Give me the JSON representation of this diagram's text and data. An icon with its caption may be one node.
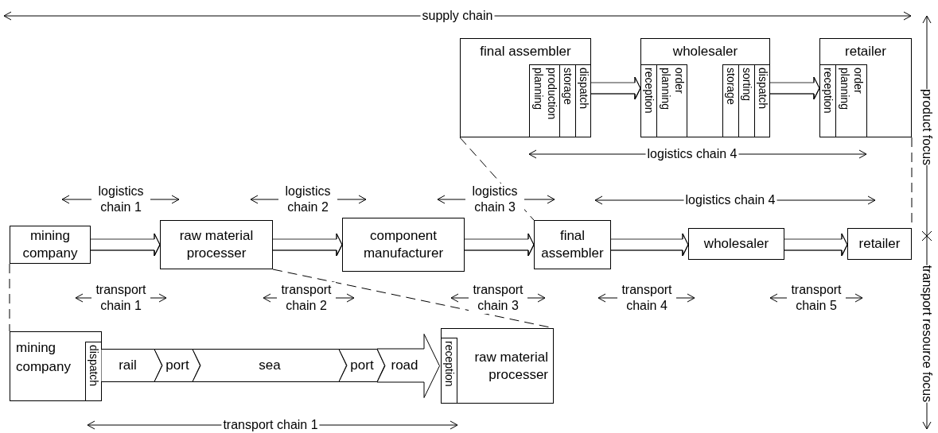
{
  "diagram": {
    "nodes": [
      {
        "text": [
          "final assembler"
        ]
      },
      {
        "text": [
          "production planning"
        ],
        "in": 0
      },
      {
        "text": [
          "storage"
        ],
        "in": 0
      },
      {
        "text": [
          "dispatch"
        ],
        "in": 0
      },
      {
        "text": [
          "wholesaler"
        ]
      },
      {
        "text": [
          "reception"
        ],
        "in": 4
      },
      {
        "text": [
          "order planning"
        ],
        "in": 4
      },
      {
        "text": [
          "storage"
        ],
        "in": 4
      },
      {
        "text": [
          "sorting"
        ],
        "in": 4
      },
      {
        "text": [
          "dispatch"
        ],
        "in": 4
      },
      {
        "text": [
          "retailer"
        ]
      },
      {
        "text": [
          "reception"
        ],
        "in": 10
      },
      {
        "text": [
          "order planning"
        ],
        "in": 10
      },
      {
        "text": [
          "mining company"
        ]
      },
      {
        "text": [
          "raw material processer"
        ]
      },
      {
        "text": [
          "component manufacturer"
        ]
      },
      {
        "text": [
          "final assembler"
        ]
      },
      {
        "text": [
          "wholesaler"
        ]
      },
      {
        "text": [
          "retailer"
        ]
      },
      {
        "text": [
          "mining company"
        ]
      },
      {
        "text": [
          "dispatch"
        ],
        "in": 19
      },
      {
        "text": [
          "raw material processer"
        ]
      },
      {
        "text": [
          "reception"
        ],
        "in": 21
      },
      {
        "text": [
          "rail"
        ]
      },
      {
        "text": [
          "port"
        ]
      },
      {
        "text": [
          "sea"
        ]
      },
      {
        "text": [
          "port"
        ]
      },
      {
        "text": [
          "road"
        ]
      }
    ],
    "edges": [
      {
        "from": 3,
        "to": 5,
        "arrow": "to"
      },
      {
        "from": 9,
        "to": 11,
        "arrow": "to"
      },
      {
        "from": 13,
        "to": 14,
        "arrow": "to"
      },
      {
        "from": 14,
        "to": 15,
        "arrow": "to"
      },
      {
        "from": 15,
        "to": 16,
        "arrow": "to"
      },
      {
        "from": 16,
        "to": 17,
        "arrow": "to"
      },
      {
        "from": 17,
        "to": 18,
        "arrow": "to"
      },
      {
        "from": 0,
        "to": 16,
        "arrow": "none",
        "style": "dashed"
      },
      {
        "from": 10,
        "to": 18,
        "arrow": "none",
        "style": "dashed"
      },
      {
        "from": 13,
        "to": 19,
        "arrow": "none",
        "style": "dashed"
      },
      {
        "from": 14,
        "to": 21,
        "arrow": "none",
        "style": "dashed"
      }
    ],
    "labels": [
      "supply chain",
      "product focus",
      "logistics chain 4",
      "logistics chain 1",
      "logistics chain 2",
      "logistics chain 3",
      "logistics chain 4",
      "transport resource focus",
      "transport chain 1",
      "transport chain 2",
      "transport chain 3",
      "transport chain 4",
      "transport chain 5",
      "transport chain 1"
    ]
  }
}
